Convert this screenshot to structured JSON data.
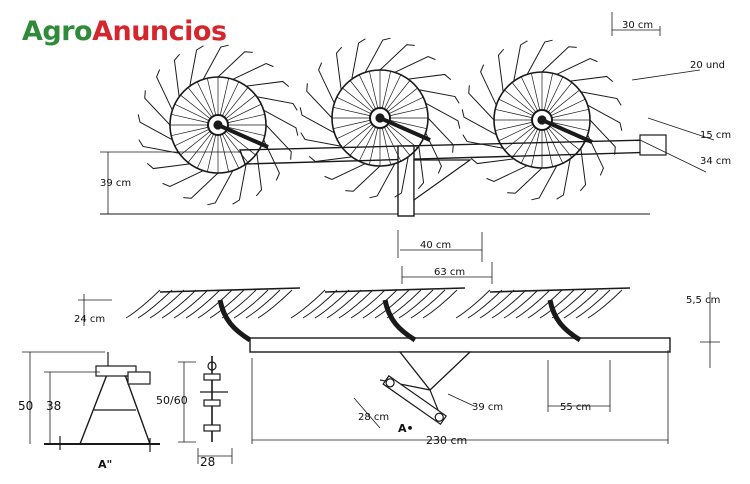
{
  "logo": {
    "part1": "Agro",
    "part2": "Anuncios",
    "color1": "#2f8a3a",
    "color2": "#d6262d"
  },
  "labels": {
    "d30": "30 cm",
    "d20": "20 und",
    "d15": "15 cm",
    "d34": "34 cm",
    "d39a": "39 cm",
    "d40": "40 cm",
    "d63": "63 cm",
    "d24": "24 cm",
    "d55a": "5,5 cm",
    "d50": "50",
    "d38": "38",
    "d5060": "50/60",
    "d28a": "28",
    "d28cm": "28 cm",
    "d39b": "39 cm",
    "d55b": "55 cm",
    "d230": "230 cm",
    "aA": "A\"",
    "aB": "A•"
  },
  "colors": {
    "ink": "#1a1a1a",
    "background": "#ffffff"
  }
}
